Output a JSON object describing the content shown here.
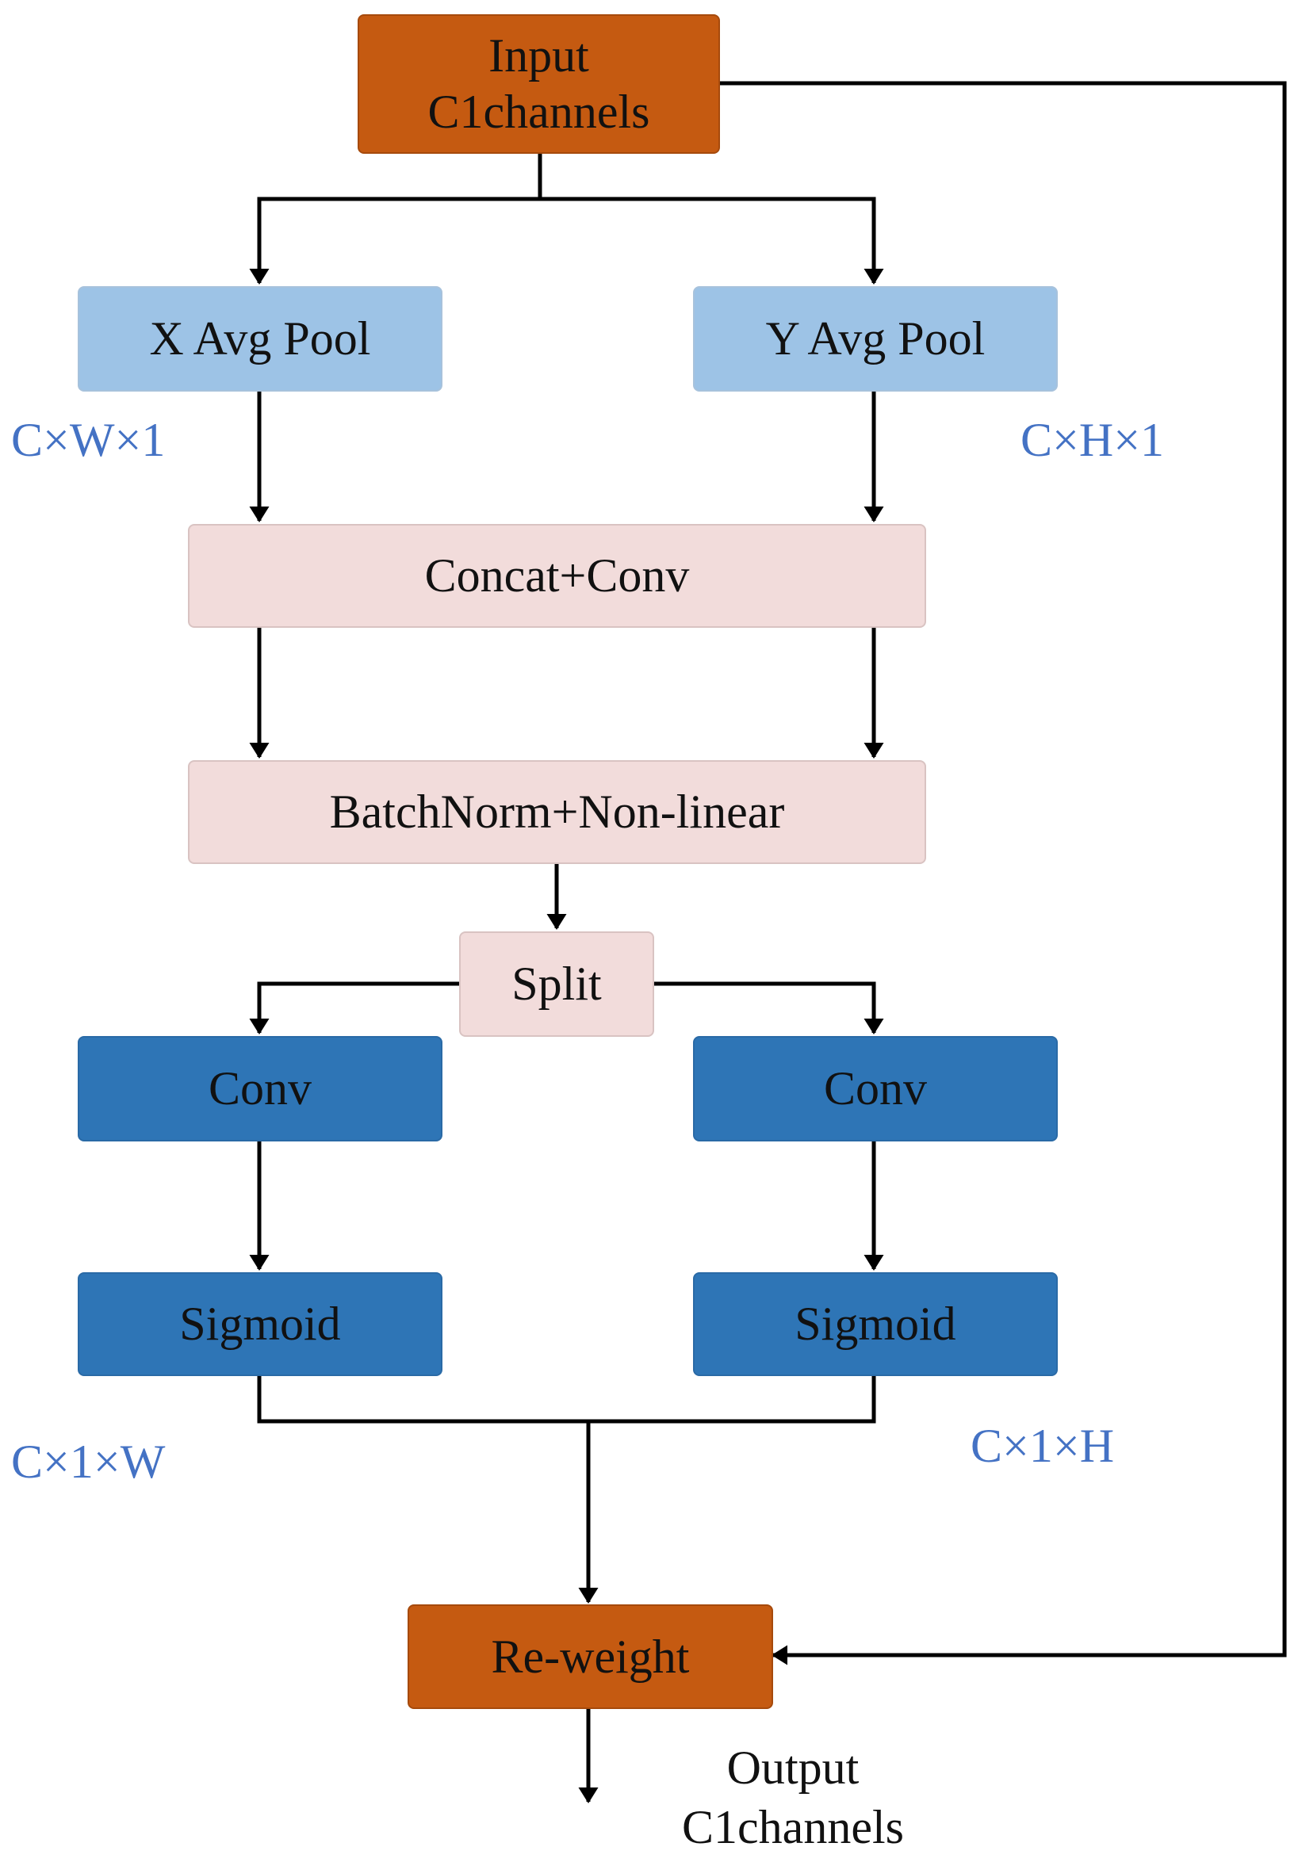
{
  "nodes": {
    "input": {
      "line1": "Input",
      "line2": "C1channels"
    },
    "x_avg_pool": "X Avg Pool",
    "y_avg_pool": "Y Avg Pool",
    "concat_conv": "Concat+Conv",
    "batchnorm": "BatchNorm+Non-linear",
    "split": "Split",
    "conv_left": "Conv",
    "conv_right": "Conv",
    "sigmoid_left": "Sigmoid",
    "sigmoid_right": "Sigmoid",
    "reweight": "Re-weight"
  },
  "dimension_labels": {
    "x_pool": "C×W×1",
    "y_pool": "C×H×1",
    "left_weights": "C×1×W",
    "right_weights": "C×1×H"
  },
  "output": {
    "line1": "Output",
    "line2": "C1channels"
  },
  "colors": {
    "io_node": "#C55A11",
    "pool_node": "#9DC3E6",
    "shared_node": "#F2DCDB",
    "attention_node": "#2E75B6",
    "dimension_text": "#4472C4",
    "edge": "#000000"
  }
}
